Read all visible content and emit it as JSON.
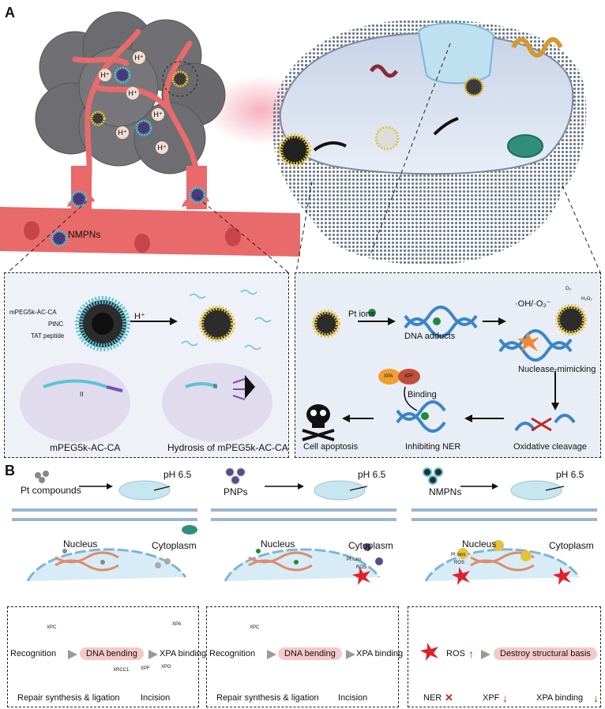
{
  "panel_a": {
    "letter": "A",
    "tumor": {
      "h_ion_label": "H⁺"
    },
    "vessel": {
      "particle_label": "NMPNs"
    },
    "inset_left": {
      "legend": [
        "mPEG5k-AC-CA",
        "PtNC",
        "TAT peptide"
      ],
      "reaction_label": "H⁺",
      "caption_left": "mPEG5k-AC-CA",
      "caption_right": "Hydrosis of mPEG5k-AC-CA",
      "roman": "II"
    },
    "inset_right": {
      "pt_ions": "Pt ions",
      "dna_adducts": "DNA adducts",
      "radicals": "·OH/·O₂⁻",
      "o2": "O₂",
      "h2o2": "H₂O₂",
      "nuclease": "Nuclease-mimicking",
      "oxidative": "Oxidative cleavage",
      "inhibiting": "Inhibiting NER",
      "apoptosis": "Cell apoptosis",
      "binding": "Binding",
      "xpa": "XPA",
      "xpf": "XPF"
    }
  },
  "panel_b": {
    "letter": "B",
    "columns": [
      {
        "agent": "Pt compounds",
        "ph": "pH 6.5",
        "nucleus": "Nucleus",
        "cytoplasm": "Cytoplasm",
        "steps": {
          "recognition": "Recognition",
          "bending": "DNA bending",
          "xpa_binding": "XPA binding",
          "incision": "Incision",
          "repair": "Repair synthesis & ligation"
        },
        "proteins": [
          "XPC",
          "XPA",
          "XPG",
          "XPF",
          "XRCC1"
        ]
      },
      {
        "agent": "PNPs",
        "ph": "pH 6.5",
        "nucleus": "Nucleus",
        "cytoplasm": "Cytoplasm",
        "pt_ions": "Pt ions",
        "ros": "ROS",
        "steps": {
          "recognition": "Recognition",
          "bending": "DNA bending",
          "xpa_binding": "XPA binding",
          "incision": "Incision",
          "repair": "Repair synthesis & ligation"
        },
        "proteins": [
          "XPC"
        ]
      },
      {
        "agent": "NMPNs",
        "ph": "pH 6.5",
        "nucleus": "Nucleus",
        "cytoplasm": "Cytoplasm",
        "pt_ions": "Pt ions",
        "ros": "ROS",
        "steps": {
          "ros": "ROS",
          "destroy": "Destroy structural basis",
          "xpa_binding": "XPA binding",
          "xpf": "XPF",
          "ner": "NER"
        },
        "markers": {
          "up": "↑",
          "down": "↓",
          "cross": "✕"
        }
      }
    ]
  },
  "colors": {
    "vessel": "#e86a6a",
    "tumor": "#6e6e72",
    "cell": "#8a96a8",
    "inset_bg": "#e9eef6",
    "dna_blue": "#3a86c8",
    "pill": "#f6c9c9",
    "arrow_red": "#d42020"
  }
}
